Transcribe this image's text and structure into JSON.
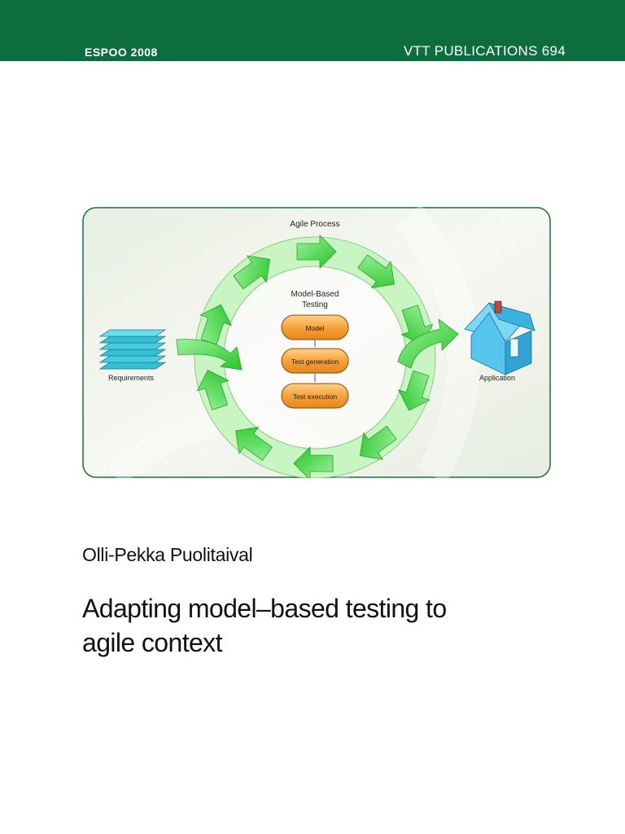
{
  "header": {
    "place_year": "ESPOO 2008",
    "series": "VTT PUBLICATIONS 694"
  },
  "figure": {
    "agile_process_label": "Agile Process",
    "mbt_label_line1": "Model-Based",
    "mbt_label_line2": "Testing",
    "steps": [
      "Model",
      "Test generation",
      "Test execution"
    ],
    "requirements_label": "Requirements",
    "application_label": "Application"
  },
  "author": "Olli-Pekka Puolitaival",
  "title": {
    "line1": "Adapting model–based testing to",
    "line2": "agile context"
  },
  "colors": {
    "header_green": "#0e6d3f",
    "arrow_green": "#3ddc3d",
    "step_orange": "#f6a33a",
    "requirements_cyan": "#3ec6d8",
    "house_blue": "#4cc4ea"
  }
}
